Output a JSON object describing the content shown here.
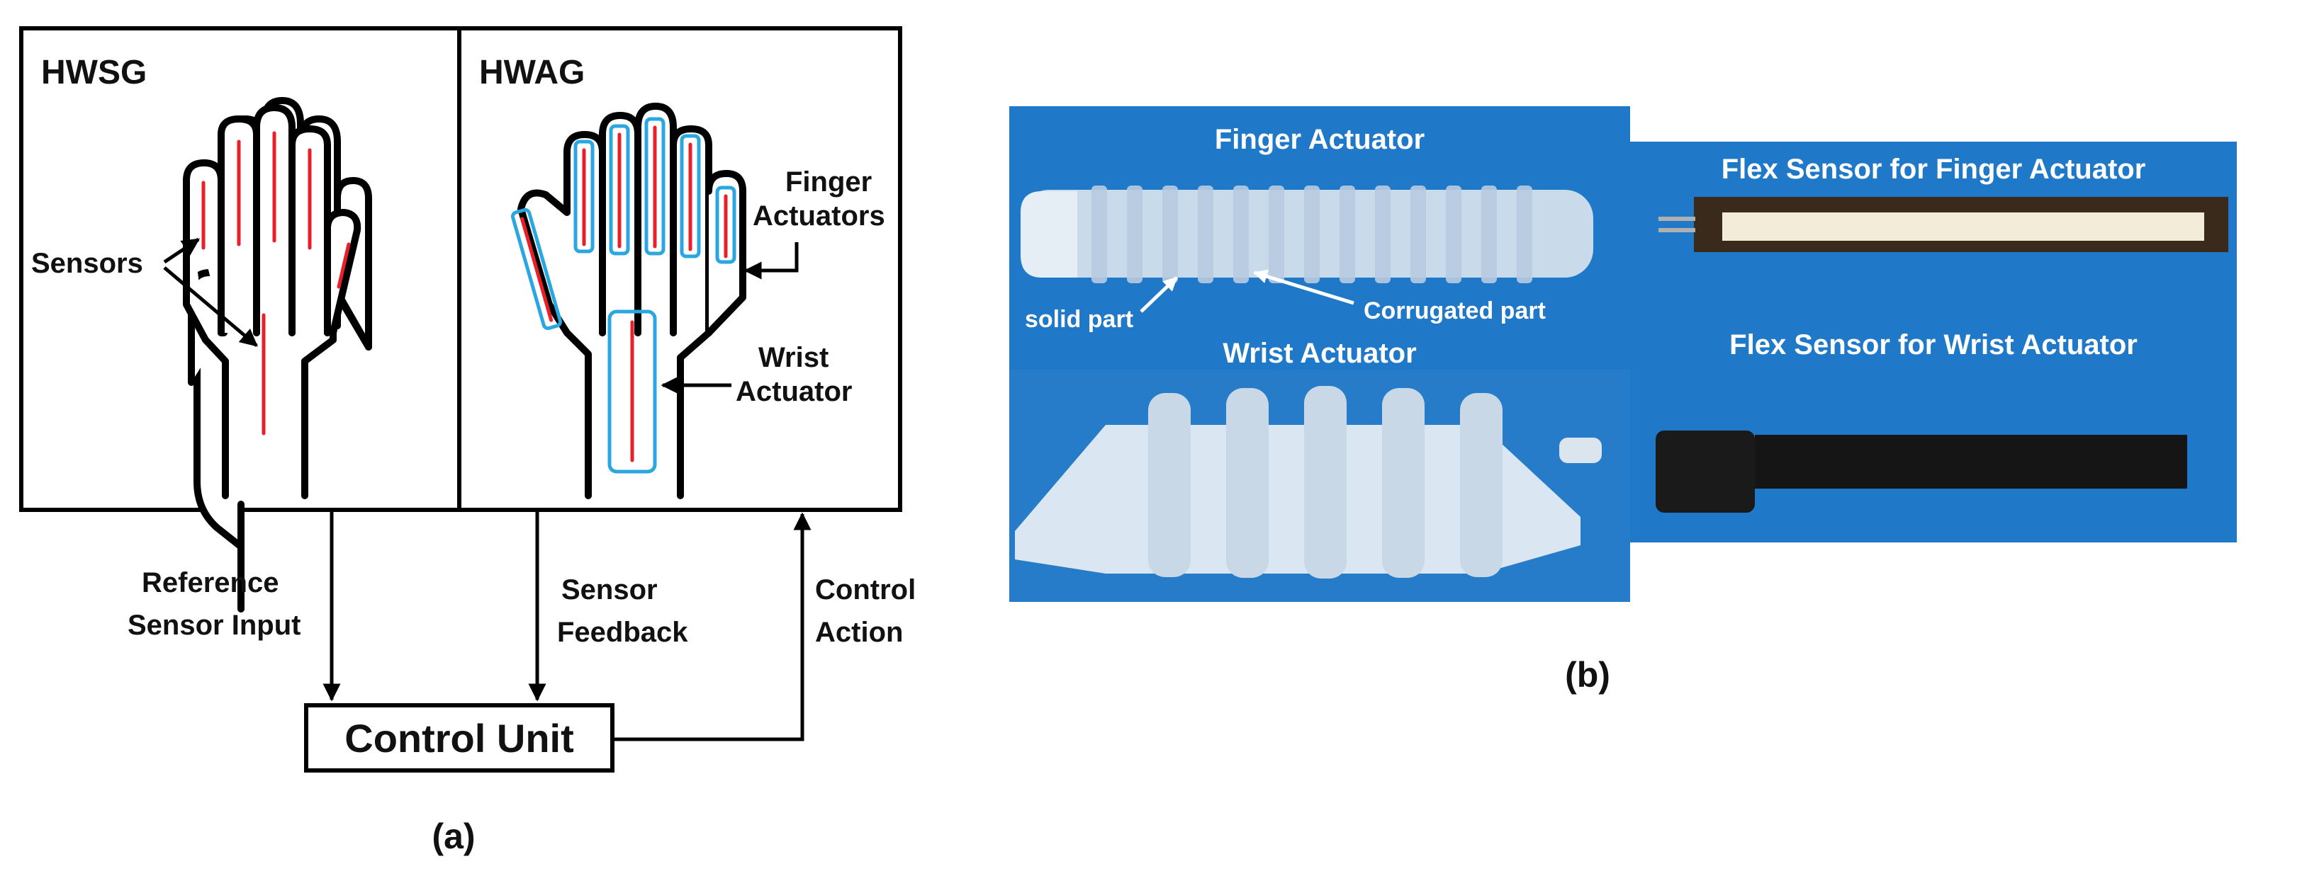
{
  "panel_a": {
    "hwsg_title": "HWSG",
    "hwag_title": "HWAG",
    "sensors_label": "Sensors",
    "finger_actuators_line1": "Finger",
    "finger_actuators_line2": "Actuators",
    "wrist_actuator_line1": "Wrist",
    "wrist_actuator_line2": "Actuator",
    "reference_input_line1": "Reference",
    "reference_input_line2": "Sensor Input",
    "sensor_feedback_line1": "Sensor",
    "sensor_feedback_line2": "Feedback",
    "control_action_line1": "Control",
    "control_action_line2": "Action",
    "control_unit": "Control Unit",
    "caption": "(a)"
  },
  "panel_b": {
    "finger_actuator_title": "Finger Actuator",
    "solid_part": "solid part",
    "corrugated_part": "Corrugated part",
    "wrist_actuator_title": "Wrist Actuator",
    "flex_finger_title": "Flex Sensor for Finger Actuator",
    "flex_wrist_title": "Flex Sensor for Wrist Actuator",
    "caption": "(b)"
  },
  "colors": {
    "sensor_red": "#e8202a",
    "actuator_blue": "#2aa6e0",
    "photo_background": "#1f78c8"
  }
}
